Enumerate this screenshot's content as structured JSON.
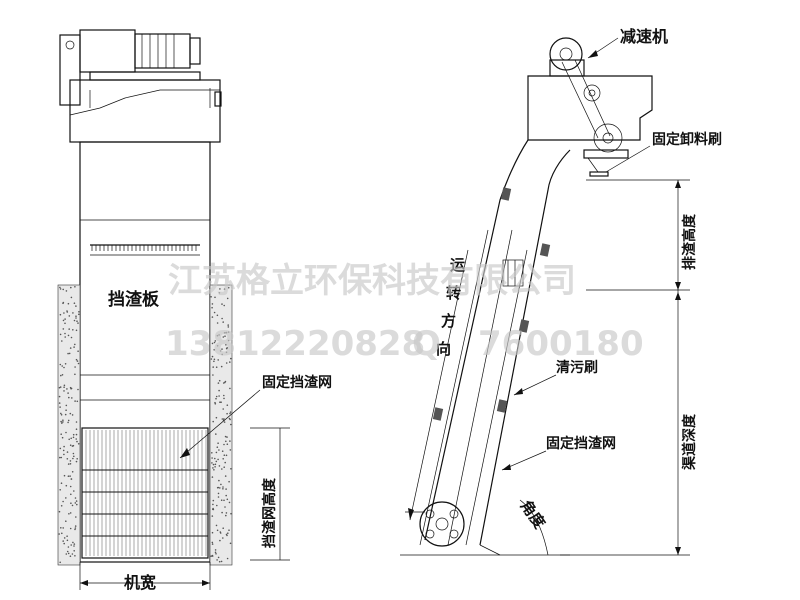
{
  "labels": {
    "dang_zha_ban": "挡渣板",
    "guding_dangzha_wang_left": "固定挡渣网",
    "dangzha_wang_gaodu": "挡渣网高度",
    "ji_kuan": "机宽",
    "jian_su_ji": "减速机",
    "guding_xieliao_shua": "固定卸料刷",
    "pai_zha_gaodu": "排渣高度",
    "yun_zhuan_fangxiang": "运转方向",
    "qing_wu_shua": "清污刷",
    "qu_dao_shendu": "渠道深度",
    "guding_dangzha_wang_right": "固定挡渣网",
    "jiao_du": "角度"
  },
  "watermark": {
    "company": "江苏格立环保科技有限公司",
    "phone": "13812220828",
    "qq_prefix": "Q",
    "qq": "7600180"
  }
}
